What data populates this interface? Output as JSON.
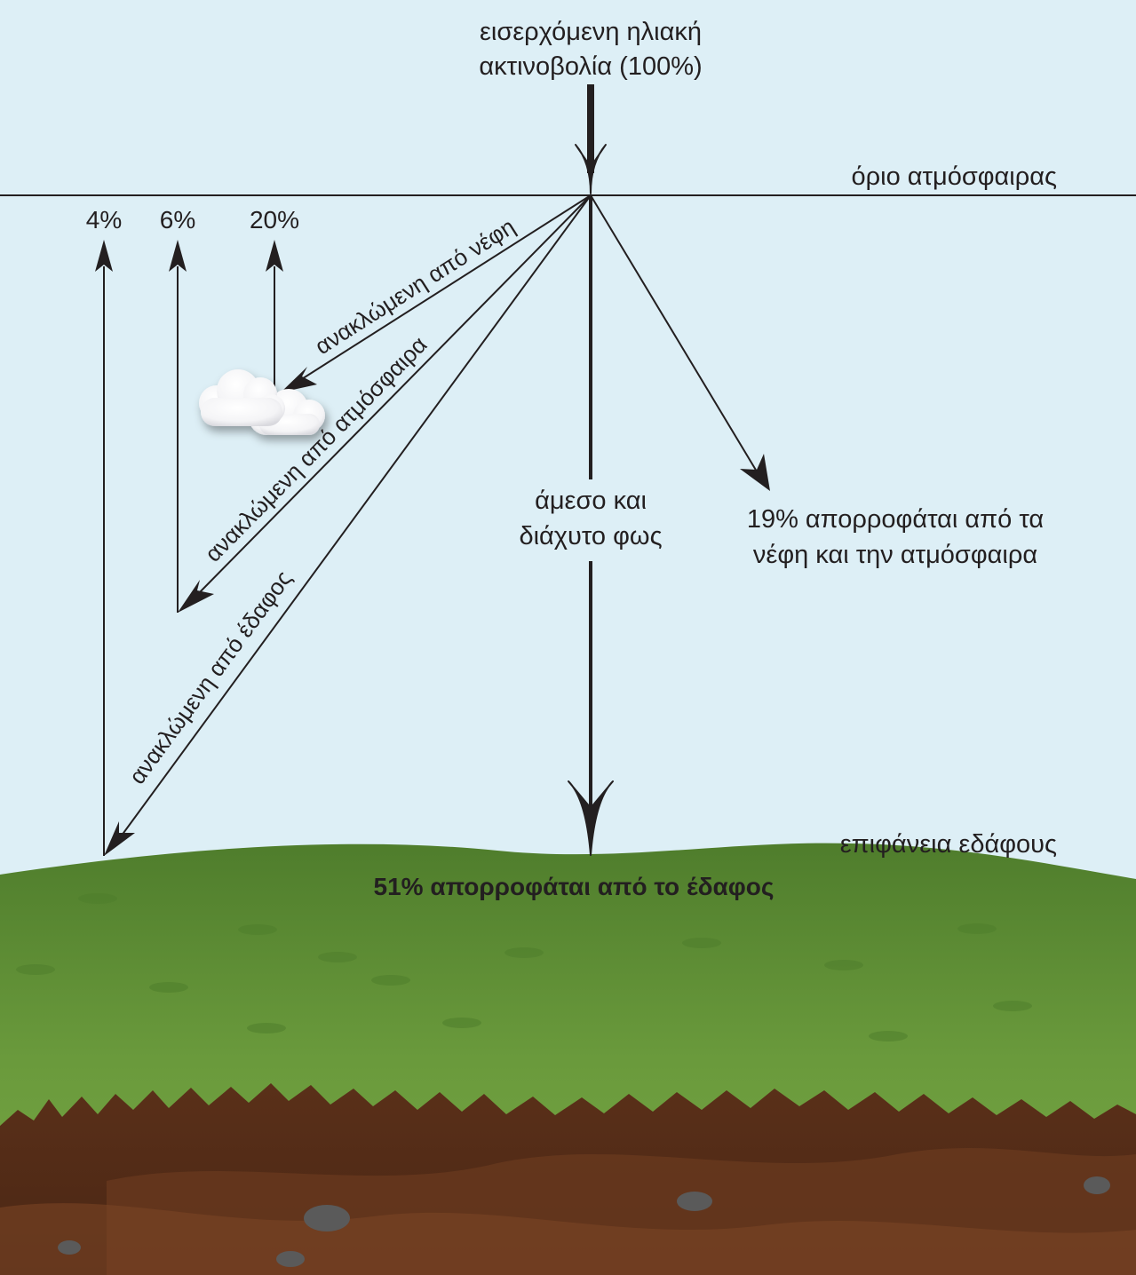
{
  "incoming": {
    "line1": "εισερχόμενη ηλιακή",
    "line2": "ακτινοβολία (100%)"
  },
  "atmosphere_boundary": "όριο ατμόσφαιρας",
  "reflected": {
    "ground_pct": "4%",
    "atmosphere_pct": "6%",
    "clouds_pct": "20%",
    "from_clouds": "ανακλώμενη από νέφη",
    "from_atmosphere": "ανακλώμενη από ατμόσφαιρα",
    "from_ground": "ανακλώμενη από έδαφος"
  },
  "direct": {
    "line1": "άμεσο και",
    "line2": "διάχυτο φως"
  },
  "absorbed_atmosphere": {
    "line1": "19% απορροφάται από τα",
    "line2": "νέφη και την ατμόσφαιρα"
  },
  "ground_surface": "επιφάνεια εδάφους",
  "absorbed_ground": "51% απορροφάται από το έδαφος",
  "colors": {
    "sky": "#ddeff6",
    "grass": "#5e8c34",
    "soil": "#6b3a1f",
    "line": "#231f20"
  }
}
